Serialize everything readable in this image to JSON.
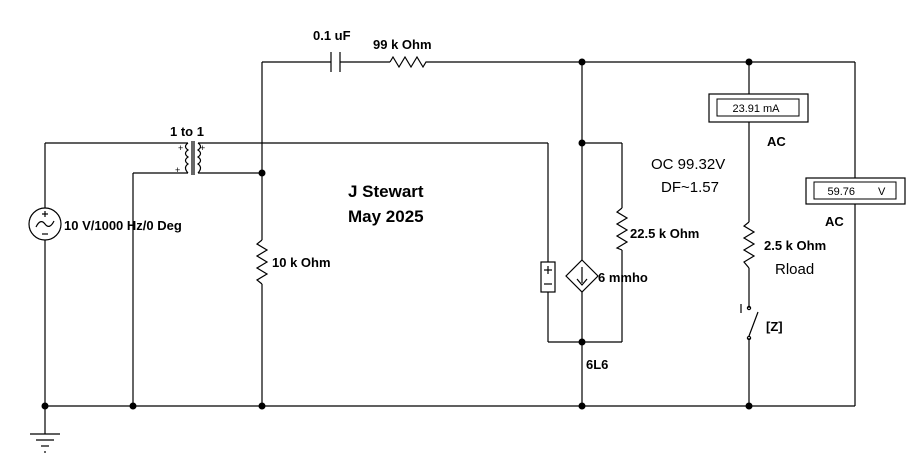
{
  "labels": {
    "capacitor": "0.1 uF",
    "resistor_series": "99 k Ohm",
    "transformer": "1 to 1",
    "source": "10 V/1000 Hz/0 Deg",
    "resistor_grid": "10 k Ohm",
    "author": "J Stewart",
    "date": "May 2025",
    "resistor_plate": "22.5 k Ohm",
    "transconductance": "6 mmho",
    "tube": "6L6",
    "oc_voltage": "OC 99.32V",
    "damping_factor": "DF~1.57",
    "resistor_load_value": "2.5 k Ohm",
    "resistor_load_name": "Rload",
    "switch_key": "[Z]"
  },
  "ammeter": {
    "value": "23.91",
    "unit": "mA",
    "mode": "AC"
  },
  "voltmeter": {
    "value": "59.76",
    "unit": "V",
    "mode": "AC"
  }
}
